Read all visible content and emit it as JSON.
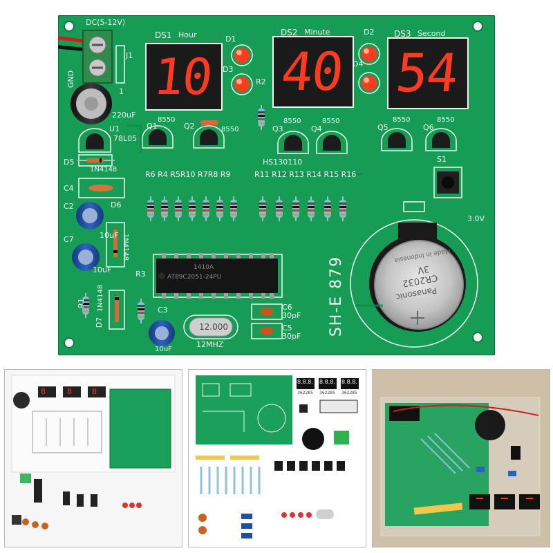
{
  "board": {
    "power_label": "DC(5-12V)",
    "gnd_label": "GND",
    "j1_label": "J1",
    "pin1_label": "1",
    "cap_220_label": "220uF",
    "u1_label": "U1",
    "u1_part": "78L05",
    "d5_label": "D5",
    "d5_part": "1N4148",
    "c4_label": "C4",
    "c2_label": "C2",
    "d6_label": "D6",
    "d6_part": "1N4148",
    "c7_label": "C7",
    "cap_10_a": "10uF",
    "cap_10_b": "10uF",
    "cap_10_c": "10uF",
    "r1_label": "R1",
    "d7_label": "D7",
    "d7_part": "1N4148",
    "r3_label": "R3",
    "c3_label": "C3",
    "crystal_label": "12.000",
    "crystal_freq": "12MHZ",
    "c6_label": "C6",
    "c6_val": "30pF",
    "c5_label": "C5",
    "c5_val": "30pF",
    "model_label": "SH-E 879",
    "ds1_label": "DS1",
    "ds1_name": "Hour",
    "ds2_label": "DS2",
    "ds2_name": "Minute",
    "ds3_label": "DS3",
    "ds3_name": "Second",
    "hour_value": "10",
    "minute_value": "40",
    "second_value": "54",
    "d1_label": "D1",
    "d2_label": "D2",
    "d3_label": "D3",
    "d4_label": "D4",
    "r2_label": "R2",
    "q1_label": "Q1",
    "q2_label": "Q2",
    "q3_label": "Q3",
    "q4_label": "Q4",
    "q5_label": "Q5",
    "q6_label": "Q6",
    "q_part_1": "8550",
    "q_part_2": "8550",
    "q_part_3": "8550",
    "q_part_4": "8550",
    "q_part_5": "8550",
    "q_part_6": "8550",
    "date_code": "HS130110",
    "res_left_labels": "R6 R4 R5R10 R7R8 R9",
    "res_right_labels": "R11 R12 R13 R14 R15 R16",
    "s1_label": "S1",
    "volt_label": "3.0V",
    "ic_code": "1410A",
    "ic_part": "AT89C2051-24PU",
    "battery_brand": "Panasonic",
    "battery_model": "CR2032",
    "battery_volt": "3V",
    "battery_origin": "Made in Indonesia"
  },
  "colors": {
    "pcb": "#169c55",
    "pcb_dark": "#0f7a41",
    "silkscreen": "#f2f6f0",
    "segment_red": "#ff3b1f",
    "display_body": "#1a1a1a",
    "resistor_body": "#6fb8d8",
    "cap_blue": "#1e4fa0"
  },
  "thumbnails": {
    "left_chip_labels": [
      "8",
      "8",
      "8"
    ],
    "middle_display_labels": [
      "8.8.8.",
      "8.8.8.",
      "8.8.8."
    ],
    "middle_ic_labels": [
      "362285",
      "362285",
      "362285"
    ]
  }
}
